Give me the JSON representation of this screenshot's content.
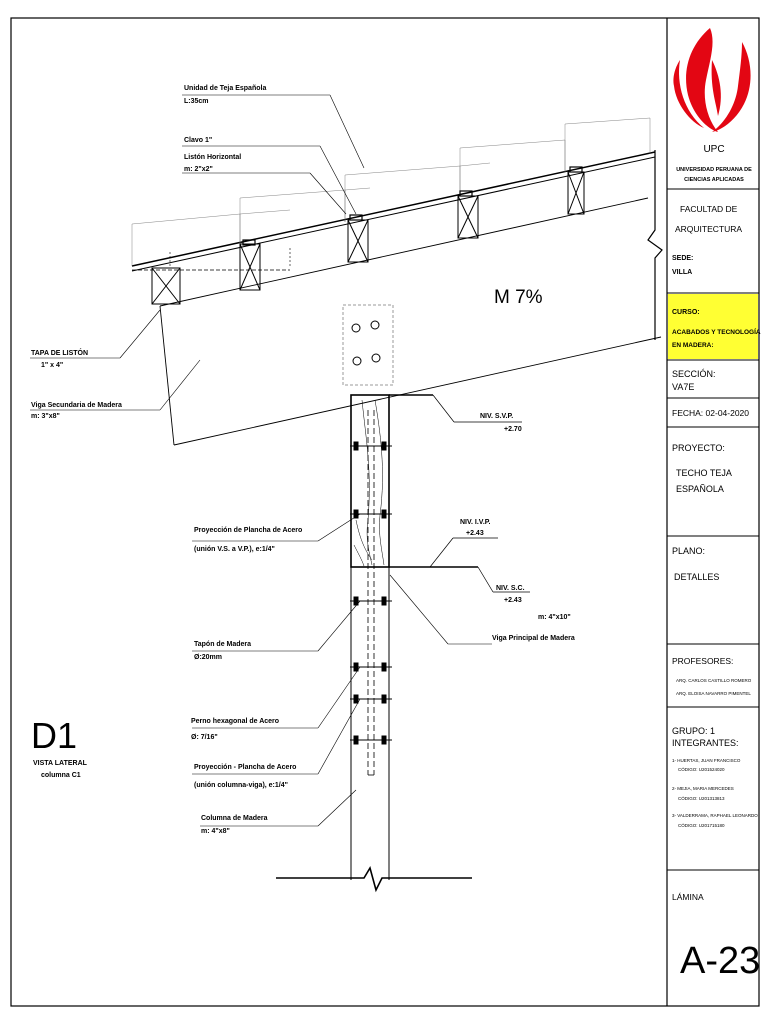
{
  "drawing": {
    "labels": {
      "tile_unit": "Unidad de Teja Española",
      "tile_length": "L:35cm",
      "nail": "Clavo 1\"",
      "batten": "Listón Horizontal",
      "batten_size": "m: 2\"x2\"",
      "batten_cap": "TAPA DE LISTÓN",
      "batten_cap_size": "1\" x 4\"",
      "secondary_beam": "Viga Secundaria de Madera",
      "secondary_beam_size": "m: 3\"x8\"",
      "slope": "M  7%",
      "nvsvp": "NIV. S.V.P.",
      "nvsvp_value": "+2.70",
      "nvivp": "NIV. I.V.P.",
      "nvivp_value": "+2.43",
      "nvsc": "NIV. S.C.",
      "nvsc_value": "+2.43",
      "main_beam_size": "m: 4\"x10\"",
      "main_beam": "Viga Principal de Madera",
      "plate_projection_1": "Proyección de Plancha de Acero",
      "plate_projection_1_detail": "(unión V.S. a V.P.), e:1/4\"",
      "wood_plug": "Tapón de Madera",
      "wood_plug_size": "Ø:20mm",
      "hex_bolt": "Perno hexagonal de Acero",
      "hex_bolt_size": "Ø: 7/16\"",
      "plate_projection_2": "Proyección - Plancha de Acero",
      "plate_projection_2_detail": "(unión columna-viga), e:1/4\"",
      "column": "Columna de Madera",
      "column_size": "m: 4\"x8\""
    },
    "detail": {
      "id": "D1",
      "view": "VISTA LATERAL",
      "element": "columna C1"
    }
  },
  "title_block": {
    "logo": {
      "abbr": "UPC",
      "name_line1": "UNIVERSIDAD PERUANA DE",
      "name_line2": "CIENCIAS APLICADAS",
      "color": "#e30613"
    },
    "faculty_line1": "FACULTAD DE",
    "faculty_line2": "ARQUITECTURA",
    "sede_label": "SEDE:",
    "sede_value": "VILLA",
    "curso_label": "CURSO:",
    "curso_value_line1": "ACABADOS Y TECNOLOGÍA",
    "curso_value_line2": "EN MADERA:",
    "curso_bg": "#ffff33",
    "seccion_label": "SECCIÓN:",
    "seccion_value": "VA7E",
    "fecha": "FECHA: 02-04-2020",
    "proyecto_label": "PROYECTO:",
    "proyecto_line1": "TECHO TEJA",
    "proyecto_line2": "ESPAÑOLA",
    "plano_label": "PLANO:",
    "plano_value": "DETALLES",
    "profesores_label": "PROFESORES:",
    "profesores": [
      "ARQ. CARLOS CASTILLO ROMERO",
      "ARQ. ELOISA NAVARRO PIMENTEL"
    ],
    "grupo_line1": "GRUPO: 1",
    "grupo_line2": "INTEGRANTES:",
    "integrantes": [
      {
        "name": "1- HUERTAS, JUAN FRANCISCO",
        "code": "CÓDIGO: U201524020"
      },
      {
        "name": "2- MEJIA, MARIA MERCEDES",
        "code": "CÓDIGO: U201313813"
      },
      {
        "name": "3- VALDERRAMA, RAPHAEL LEONARDO",
        "code": "CÓDIGO: U201715180"
      }
    ],
    "lamina_label": "LÁMINA",
    "lamina_value": "A-23"
  }
}
